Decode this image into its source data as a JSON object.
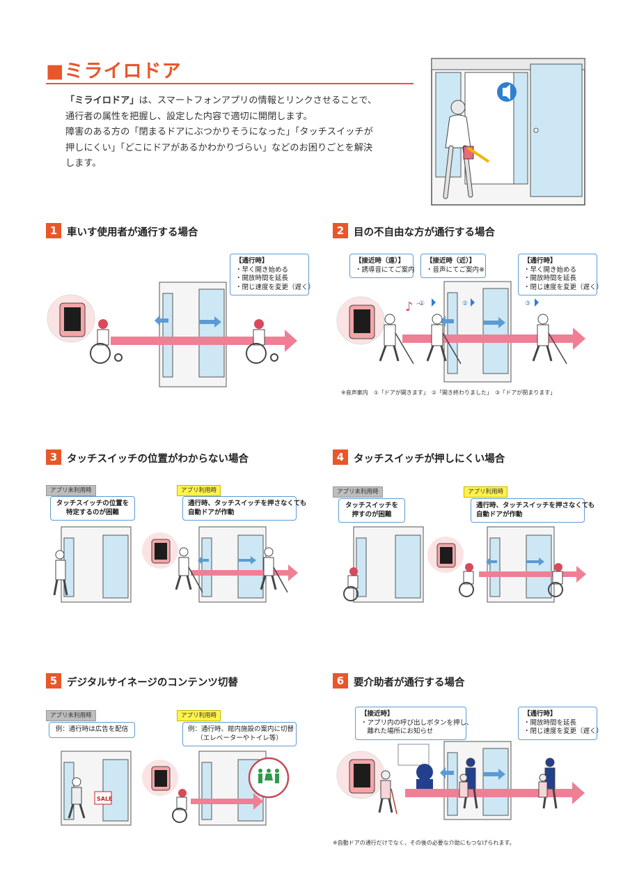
{
  "header": {
    "title": "■ミライロドア",
    "intro_bold": "「ミライロドア」",
    "intro_rest": "は、スマートフォンアプリの情報とリンクさせることで、",
    "intro_lines": [
      "通行者の属性を把握し、設定した内容で適切に開閉します。",
      "障害のある方の「閉まるドアにぶつかりそうになった」「タッチスイッチが",
      "押しにくい」「どこにドアがあるかわかりづらい」などのお困りごとを解決",
      "します。"
    ]
  },
  "sections": [
    {
      "num": "1",
      "title": "車いす使用者が通行する場合",
      "callouts": [
        {
          "head": "【通行時】",
          "items": [
            "・早く開き始める",
            "・開放時間を延長",
            "・閉じ速度を変更（遅く）"
          ]
        }
      ]
    },
    {
      "num": "2",
      "title": "目の不自由な方が通行する場合",
      "callouts": [
        {
          "head": "【接近時（遠）】",
          "items": [
            "・誘導音にてご案内"
          ]
        },
        {
          "head": "【接近時（近）】",
          "items": [
            "・音声にてご案内※"
          ]
        },
        {
          "head": "【通行時】",
          "items": [
            "・早く開き始める",
            "・開放時間を延長",
            "・閉じ速度を変更（遅く）"
          ]
        }
      ],
      "markers": [
        "①",
        "②",
        "③"
      ],
      "note": "※音声案内　①「ドアが開きます」　②「開き終わりました」　③「ドアが閉まります」"
    },
    {
      "num": "3",
      "title": "タッチスイッチの位置がわからない場合",
      "tag_off": "アプリ未利用時",
      "tag_on": "アプリ利用時",
      "off_lines": [
        "タッチスイッチの位置を",
        "特定するのが困難"
      ],
      "on_lines": [
        "通行時、タッチスイッチを押さなくても",
        "自動ドアが作動"
      ]
    },
    {
      "num": "4",
      "title": "タッチスイッチが押しにくい場合",
      "tag_off": "アプリ未利用時",
      "tag_on": "アプリ利用時",
      "off_lines": [
        "タッチスイッチを",
        "押すのが困難"
      ],
      "on_lines": [
        "通行時、タッチスイッチを押さなくても",
        "自動ドアが作動"
      ]
    },
    {
      "num": "5",
      "title": "デジタルサイネージのコンテンツ切替",
      "tag_off": "アプリ未利用時",
      "tag_on": "アプリ利用時",
      "off_lines": [
        "例：通行時は広告を配信"
      ],
      "on_lines": [
        "例：通行時、館内施設の案内に切替",
        "（エレベーターやトイレ等）"
      ],
      "sign_text": "SALE"
    },
    {
      "num": "6",
      "title": "要介助者が通行する場合",
      "callouts": [
        {
          "head": "【接近時】",
          "items": [
            "・アプリ内の呼び出しボタンを押し、",
            "　離れた場所にお知らせ"
          ]
        },
        {
          "head": "【通行時】",
          "items": [
            "・開放時間を延長",
            "・閉じ速度を変更（遅く）"
          ]
        }
      ],
      "note": "※自動ドアの通行だけでなく、その後の必要な介助にもつなげられます。"
    }
  ],
  "colors": {
    "accent": "#e8572a",
    "callout_border": "#5b9bd5",
    "arrow_pink": "#ef7f95",
    "door_glass": "#cde8f4",
    "phone_frame": "#f3a5a8"
  }
}
